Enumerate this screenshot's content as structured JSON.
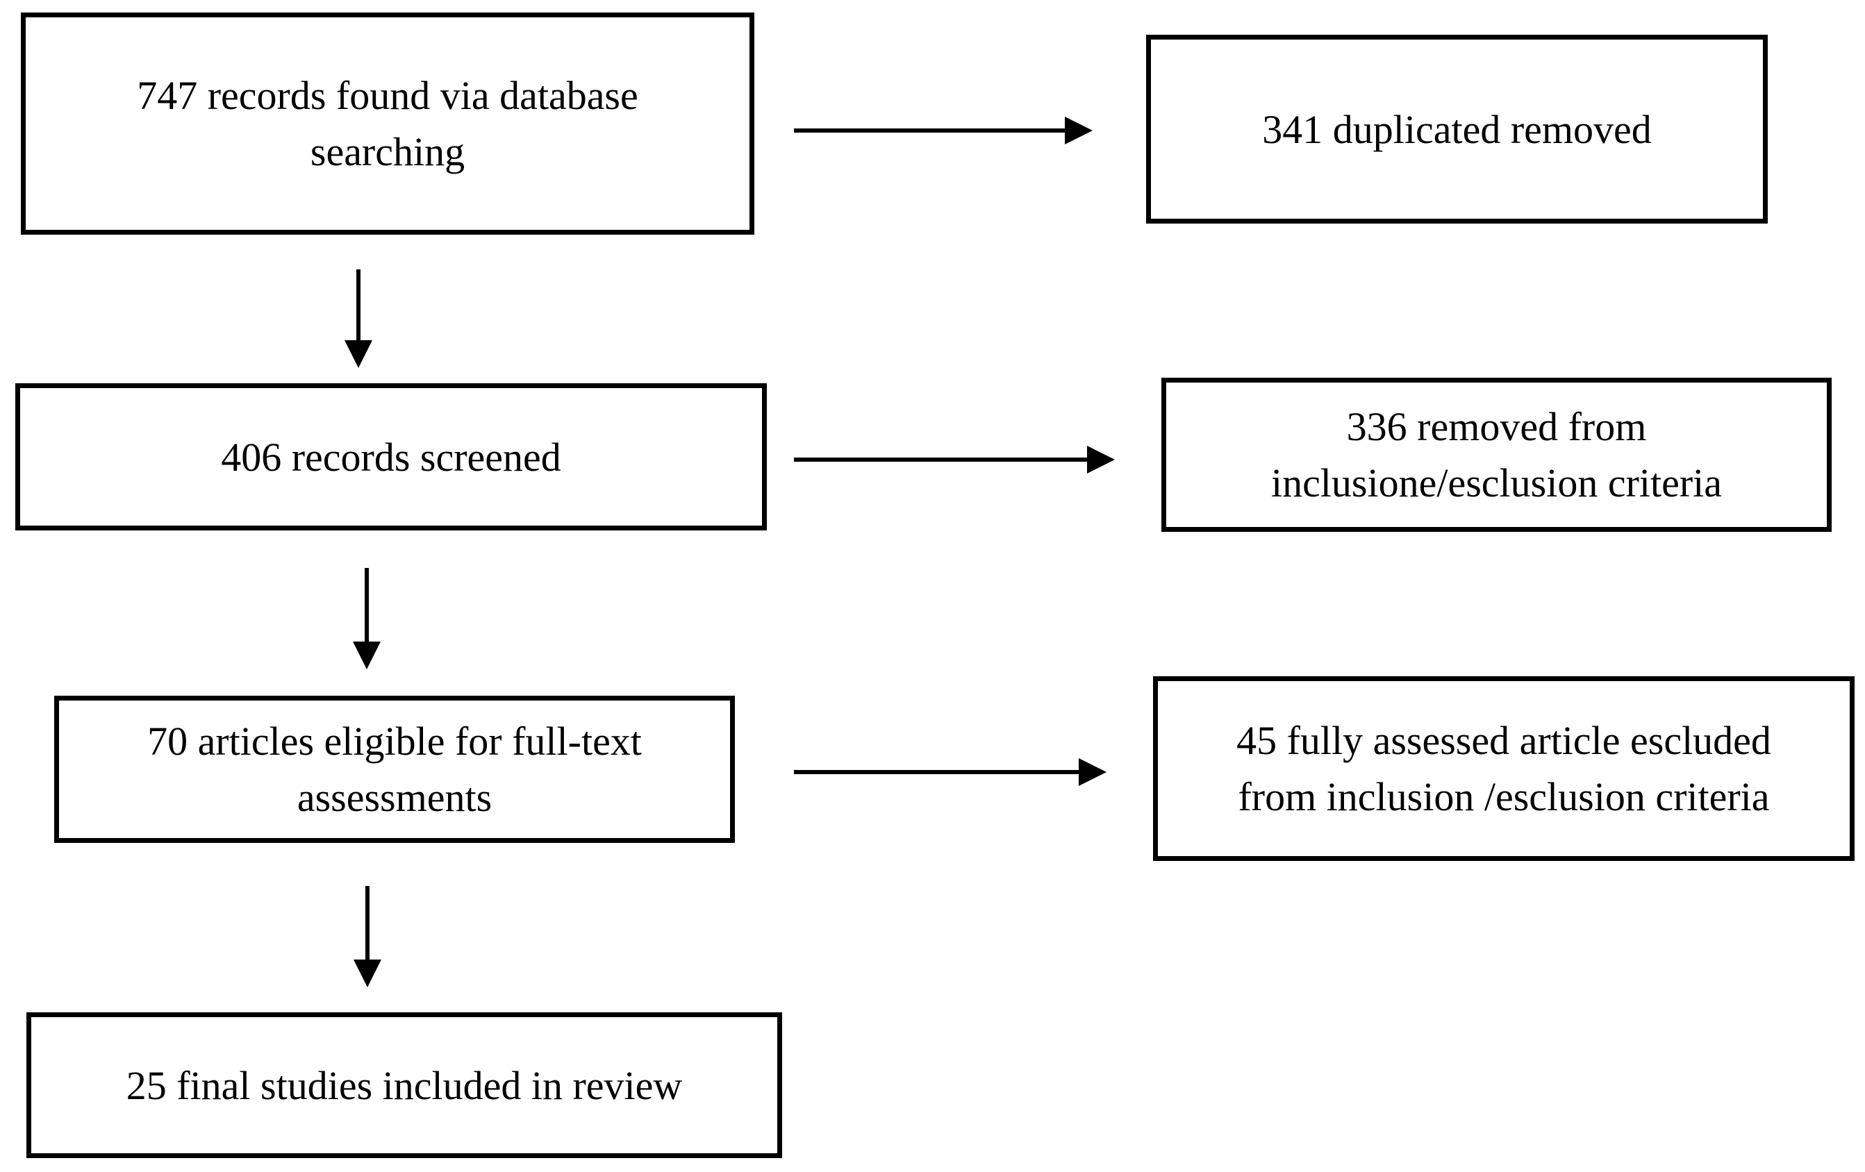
{
  "diagram": {
    "type": "flowchart",
    "description": "Study selection flow diagram (PRISMA-style)",
    "colors": {
      "background": "#ffffff",
      "box_border": "#000000",
      "text": "#000000",
      "arrow": "#000000"
    },
    "boxes": [
      {
        "id": "records-found",
        "label": "747 records found via database searching",
        "lines": [
          "747 records found via database",
          "searching"
        ],
        "count": 747
      },
      {
        "id": "duplicates-removed",
        "label": "341 duplicated removed",
        "lines": [
          "341 duplicated removed"
        ],
        "count": 341
      },
      {
        "id": "records-screened",
        "label": "406 records screened",
        "lines": [
          "406 records screened"
        ],
        "count": 406
      },
      {
        "id": "screening-removed",
        "label": "336 removed from inclusione/esclusion criteria",
        "lines": [
          "336 removed from",
          "inclusione/esclusion criteria"
        ],
        "count": 336
      },
      {
        "id": "fulltext-eligible",
        "label": "70 articles eligible for full-text assessments",
        "lines": [
          "70 articles eligible for full-text",
          "assessments"
        ],
        "count": 70
      },
      {
        "id": "fulltext-excluded",
        "label": "45 fully assessed article escluded from inclusion /esclusion criteria",
        "lines": [
          "45 fully assessed article escluded",
          "from inclusion /esclusion criteria"
        ],
        "count": 45
      },
      {
        "id": "final-included",
        "label": "25 final studies included in review",
        "lines": [
          "25 final studies included in review"
        ],
        "count": 25
      }
    ],
    "arrows": [
      {
        "from": "records-found",
        "to": "duplicates-removed",
        "direction": "right"
      },
      {
        "from": "records-found",
        "to": "records-screened",
        "direction": "down"
      },
      {
        "from": "records-screened",
        "to": "screening-removed",
        "direction": "right"
      },
      {
        "from": "records-screened",
        "to": "fulltext-eligible",
        "direction": "down"
      },
      {
        "from": "fulltext-eligible",
        "to": "fulltext-excluded",
        "direction": "right"
      },
      {
        "from": "fulltext-eligible",
        "to": "final-included",
        "direction": "down"
      }
    ]
  }
}
